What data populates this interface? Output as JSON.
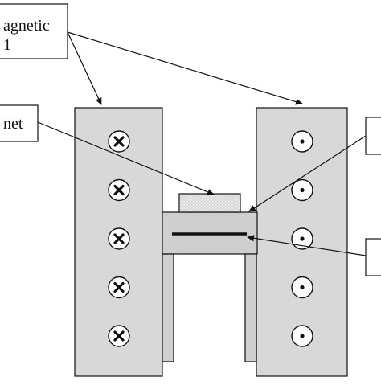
{
  "labels": {
    "coil_line1": "agnetic",
    "coil_line2": "1",
    "magnet": "net"
  },
  "colors": {
    "coil_fill": "#d8d8d8",
    "bracket_fill": "#cfcfcf",
    "magnet_fill": "#e6e6e6",
    "stroke": "#111111",
    "line": "#111111"
  },
  "left_coil_symbol": "cross-in-circle-icon",
  "right_coil_symbol": "dot-in-circle-icon",
  "coil_symbol_count": 5
}
